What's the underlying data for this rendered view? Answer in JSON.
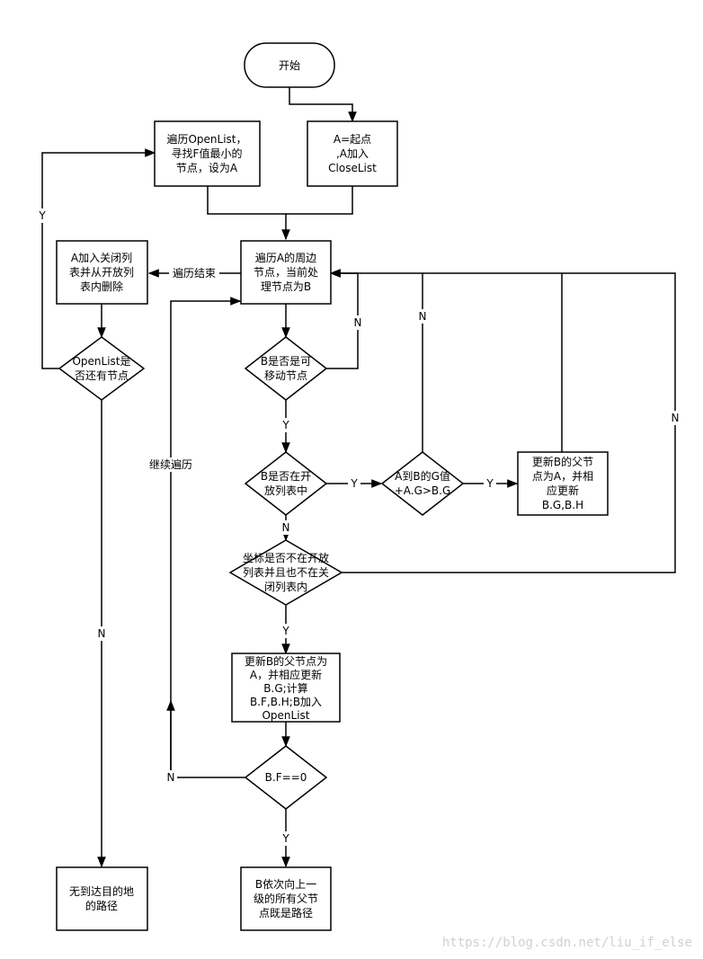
{
  "nodes": {
    "start": "开始",
    "traverse_openlist": [
      "遍历OpenList，",
      "寻找F值最小的",
      "节点，设为A"
    ],
    "init": [
      "A=起点",
      ",A加入",
      "CloseList"
    ],
    "traverse_neighbors": [
      "遍历A的周边",
      "节点，当前处",
      "理节点为B"
    ],
    "close_a": [
      "A加入关闭列",
      "表并从开放列",
      "表内删除"
    ],
    "openlist_has": [
      "OpenList是",
      "否还有节点"
    ],
    "b_movable": [
      "B是否是可",
      "移动节点"
    ],
    "b_in_open": [
      "B是否在开",
      "放列表中"
    ],
    "g_compare": [
      "A到B的G值",
      "+A.G>B.G"
    ],
    "update_parent_small": [
      "更新B的父节",
      "点为A，并相",
      "应更新",
      "B.G,B.H"
    ],
    "not_in_lists": [
      "坐标是否不在开放",
      "列表并且也不在关",
      "闭列表内"
    ],
    "update_parent_big": [
      "更新B的父节点为",
      "A，并相应更新",
      "B.G;计算",
      "B.F,B.H;B加入",
      "OpenList"
    ],
    "b_f_zero": "B.F==0",
    "no_path": [
      "无到达目的地",
      "的路径"
    ],
    "path_found": [
      "B依次向上一",
      "级的所有父节",
      "点既是路径"
    ]
  },
  "edge_labels": {
    "traverse_end": "遍历结束",
    "continue_traverse": "继续遍历",
    "y_openlist": "Y",
    "n_openlist": "N",
    "n_movable": "N",
    "y_movable": "Y",
    "y_in_open": "Y",
    "n_in_open": "N",
    "y_g_compare": "Y",
    "n_g_compare": "N",
    "n_not_in_lists": "N",
    "y_not_in_lists": "Y",
    "n_bf": "N",
    "y_bf": "Y"
  },
  "watermark": "https://blog.csdn.net/liu_if_else"
}
